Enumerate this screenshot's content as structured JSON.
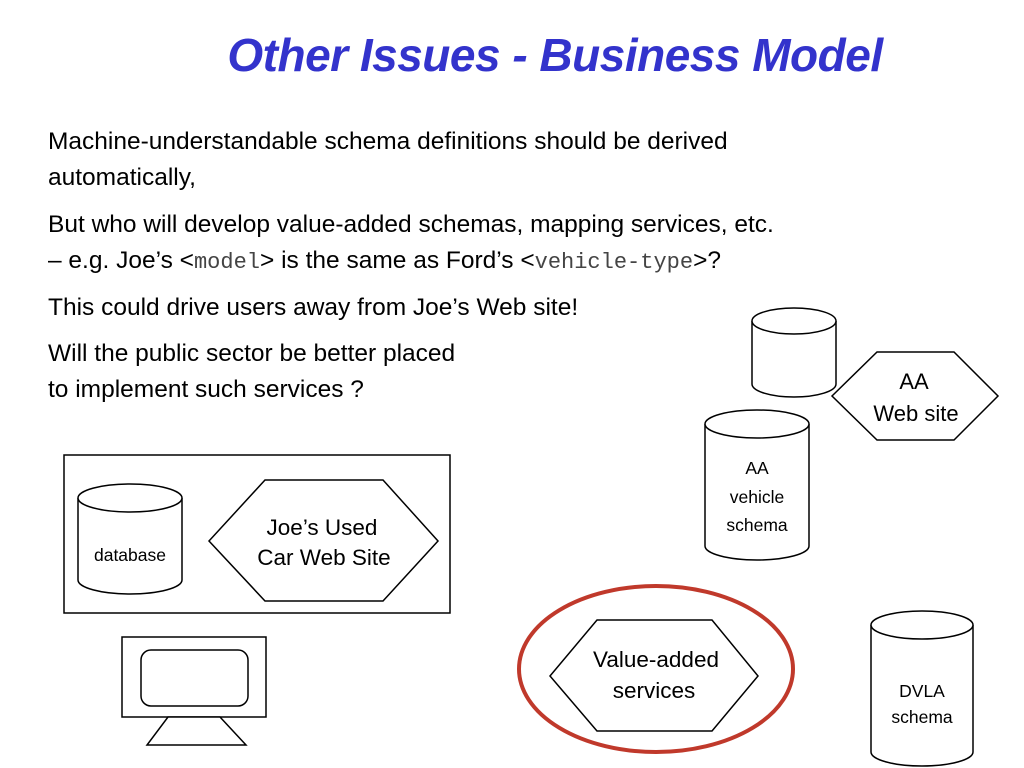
{
  "slide": {
    "title": "Other Issues - Business Model",
    "p1": {
      "line1": "Machine-understandable schema definitions should be derived",
      "line2": "automatically,"
    },
    "p2": {
      "line1": "But who will develop value-added schemas, mapping services, etc.",
      "line2_pre": "– e.g. Joe’s <",
      "code1": "model",
      "line2_mid": "> is the same as Ford’s <",
      "code2": "vehicle-type",
      "line2_post": ">?"
    },
    "p3": "This could drive users away from Joe’s Web site!",
    "p4": {
      "line1": "Will the public sector be better placed",
      "line2": "to implement such services ?"
    }
  },
  "diagram": {
    "database_label": "database",
    "joes_site": {
      "line1": "Joe’s Used",
      "line2": "Car Web Site"
    },
    "aa_site": {
      "line1": "AA",
      "line2": "Web site"
    },
    "aa_schema": {
      "line1": "AA",
      "line2": "vehicle",
      "line3": "schema"
    },
    "value_added": {
      "line1": "Value-added",
      "line2": "services"
    },
    "dvla_schema": {
      "line1": "DVLA",
      "line2": "schema"
    },
    "colors": {
      "title": "#3333cc",
      "highlight_ellipse": "#c0392b"
    }
  }
}
